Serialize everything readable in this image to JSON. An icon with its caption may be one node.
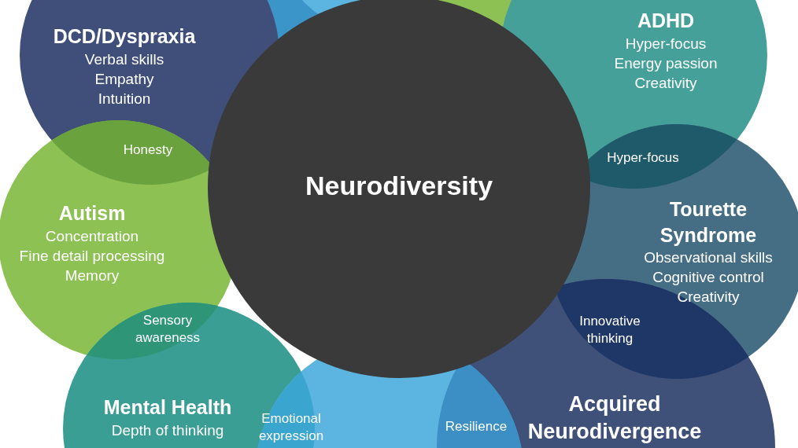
{
  "diagram": {
    "nodes": [
      {
        "text": [
          "DCD/Dyspraxia",
          "Verbal skills",
          "Empathy",
          "Intuition"
        ]
      },
      {
        "text": [],
        "shape": "circle"
      },
      {
        "text": [],
        "shape": "circle"
      },
      {
        "text": [],
        "shape": "circle"
      },
      {
        "text": [
          "ADHD",
          "Hyper-focus",
          "Energy passion",
          "Creativity"
        ]
      },
      {
        "text": [
          "Honesty"
        ]
      },
      {
        "text": [
          "Neurodiversity"
        ]
      },
      {
        "text": [
          "Hyper-focus"
        ]
      },
      {
        "text": [
          "Autism",
          "Concentration",
          "Fine detail processing",
          "Memory"
        ]
      },
      {
        "text": [
          "Tourette Syndrome",
          "Observational skills",
          "Cognitive control",
          "Creativity"
        ]
      },
      {
        "text": [
          "Sensory awareness"
        ]
      },
      {
        "text": [
          "Innovative thinking"
        ]
      },
      {
        "text": [
          "Mental Health",
          "Depth of thinking"
        ]
      },
      {
        "text": [
          "Emotional expression"
        ]
      },
      {
        "text": [],
        "shape": "circle"
      },
      {
        "text": [
          "Resilience"
        ]
      },
      {
        "text": [
          "Acquired Neurodivergence"
        ]
      }
    ],
    "edges": []
  }
}
